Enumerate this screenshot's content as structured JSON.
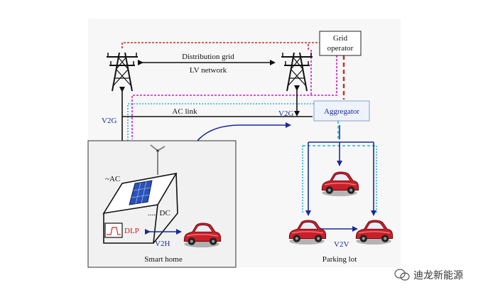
{
  "labels": {
    "grid_operator_line1": "Grid",
    "grid_operator_line2": "operator",
    "distribution_grid": "Distribution grid",
    "lv_network": "LV network",
    "aggregator": "Aggregator",
    "ac_link": "AC link",
    "v2g_left": "V2G",
    "v2g_right": "V2G",
    "ac": "~AC",
    "dc": "..... DC",
    "dlp": "DLP",
    "v2h": "V2H",
    "smart_home": "Smart home",
    "v2v": "V2V",
    "parking_lot": "Parking lot"
  },
  "watermark": {
    "text": "迪龙新能源",
    "icon": "wechat-logo-icon"
  },
  "colors": {
    "grid_operator_dashed": "#cc2a2a",
    "magenta_dashed": "#d020c8",
    "cyan_dotted": "#28b4e6",
    "blue_arrows": "#1a2a9a",
    "aggregator_fill": "#eef3fb",
    "car_red": "#c8202a",
    "solar_blue": "#2a52b8"
  }
}
